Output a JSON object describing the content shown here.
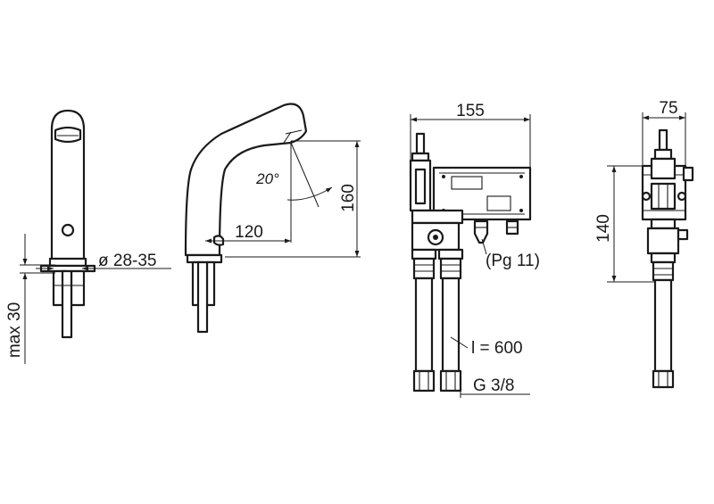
{
  "dimensions": {
    "diameter": "ø 28-35",
    "max_height": "max 30",
    "angle": "20°",
    "reach": "120",
    "height": "160",
    "box_width": "155",
    "cable_gland": "(Pg 11)",
    "hose_length": "l = 600",
    "thread": "G 3/8",
    "side_width": "75",
    "side_height": "140"
  },
  "colors": {
    "line": "#1a1a1a",
    "background": "#ffffff"
  }
}
